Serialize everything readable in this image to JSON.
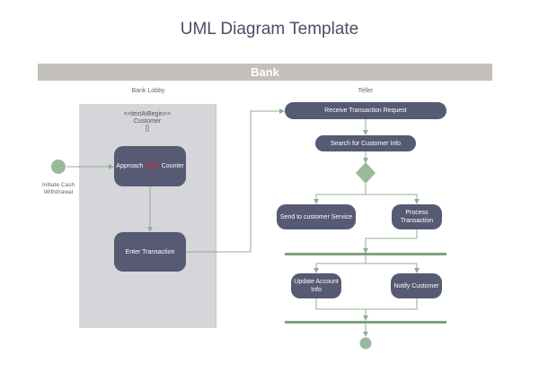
{
  "title": "UML Diagram Template",
  "pool": {
    "label": "Bank"
  },
  "lanes": [
    {
      "id": "lobby",
      "label": "Bank Lobby"
    },
    {
      "id": "teller",
      "label": "Teller"
    }
  ],
  "lobby_box": {
    "stereotype": "<<testAtBegin>>",
    "name": "Customer",
    "brackets": "[]"
  },
  "start_node": {
    "label": "Initiate Cash Withdrawal"
  },
  "activities": {
    "approach": {
      "prefix": "Approach ",
      "highlight": "Teller",
      "suffix": " Counter"
    },
    "enter": "Enter Transaction",
    "receive": "Receive Transaction Request",
    "search": "Search for Customer Info",
    "send": "Send to customer Service",
    "process": "Process Transaction",
    "update": "Update Account Info",
    "notify": "Notify Customer"
  },
  "colors": {
    "activity_fill": "#565a73",
    "connector": "#8fb08f",
    "node_green": "#9ab89a",
    "pool_header": "#c3bfbb",
    "lane_fill": "#d5d5da",
    "highlight_text": "#e0283a"
  }
}
